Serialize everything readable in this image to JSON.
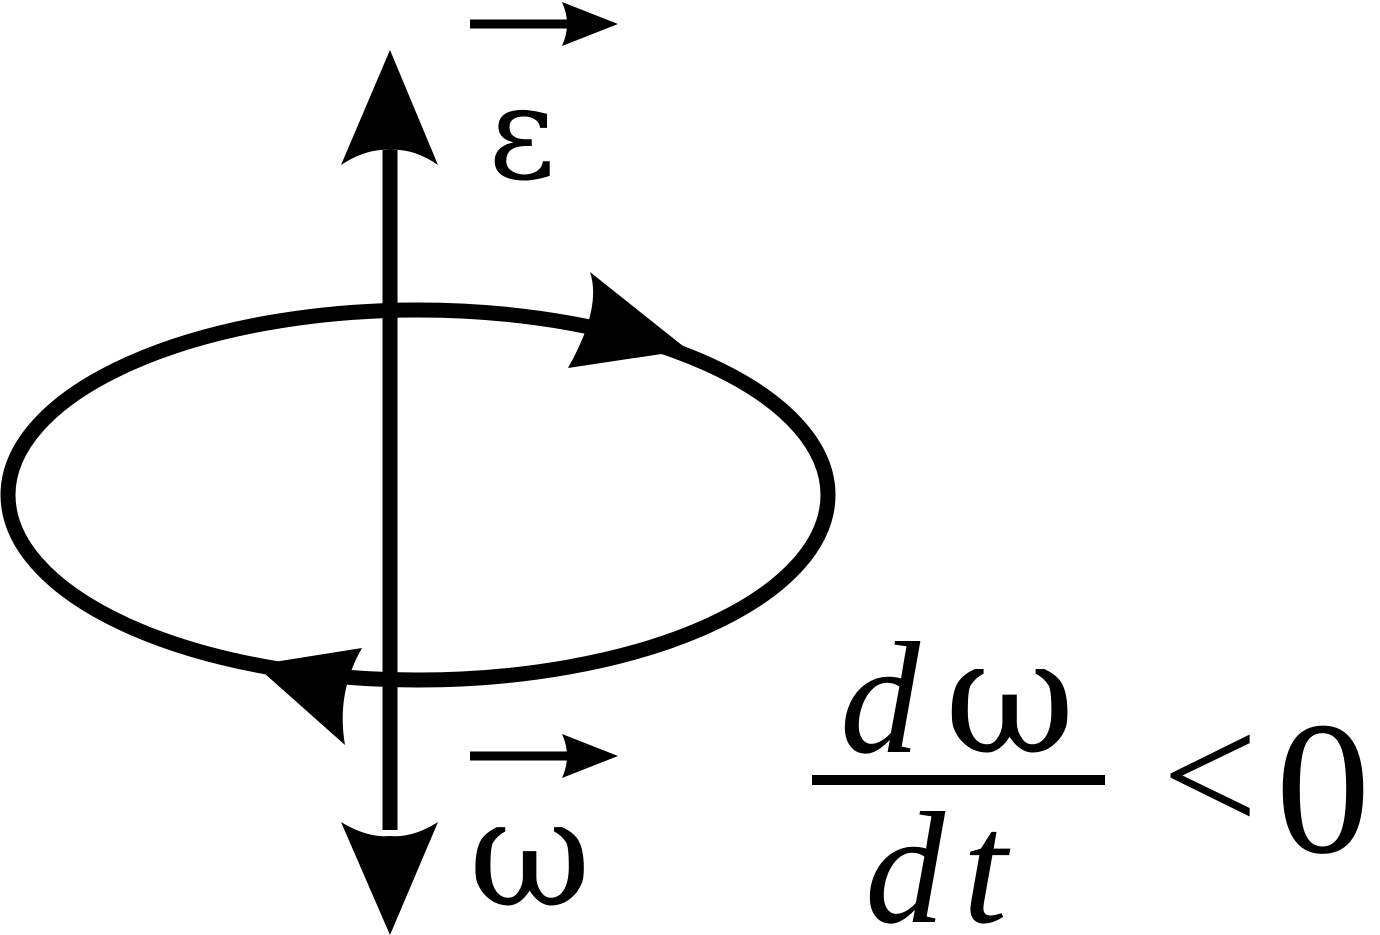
{
  "labels": {
    "epsilon": "ε",
    "omega": "ω"
  },
  "condition": {
    "numerator_d": "d",
    "numerator_omega": "ω",
    "denominator_d": "d",
    "denominator_t": "t",
    "relation": "<",
    "value": "0"
  },
  "colors": {
    "ink": "#000000",
    "background": "#ffffff"
  }
}
